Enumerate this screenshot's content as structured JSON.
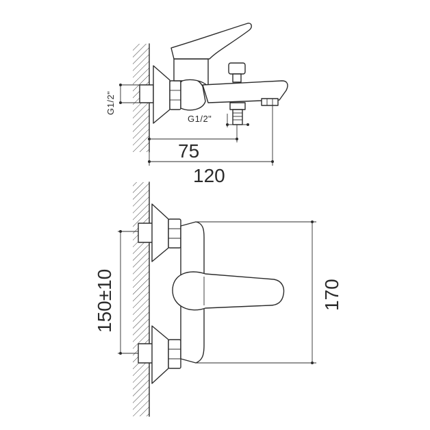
{
  "labels": {
    "thread_left": "G1/2\"",
    "thread_bottom": "G1/2\"",
    "dim_75": "75",
    "dim_120": "120",
    "dim_150": "150±10",
    "dim_170": "170"
  },
  "colors": {
    "line": "#2b2b2b",
    "background": "#ffffff"
  }
}
